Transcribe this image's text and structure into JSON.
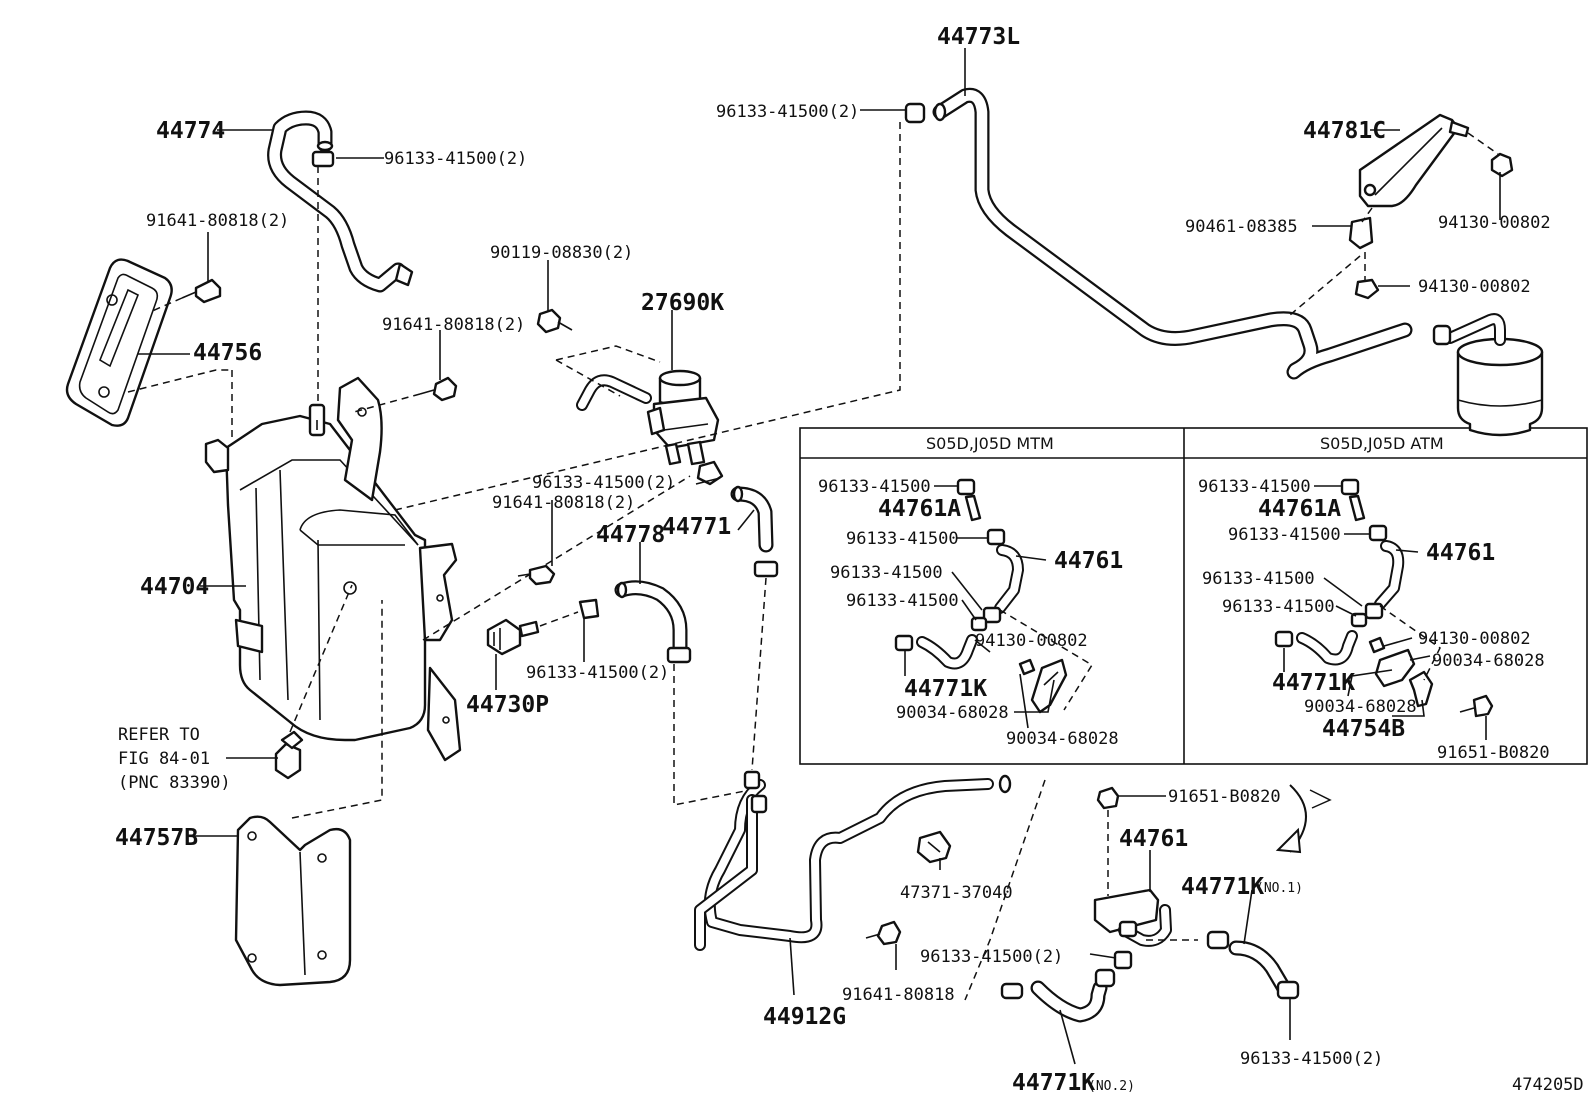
{
  "labels": {
    "p44773L": "44773L",
    "p96133_top": "96133-41500(2)",
    "p44774": "44774",
    "p96133_44774": "96133-41500(2)",
    "p91641_a": "91641-80818(2)",
    "p44756": "44756",
    "p90119": "90119-08830(2)",
    "p27690K": "27690K",
    "p91641_b": "91641-80818(2)",
    "p96133_valve": "96133-41500(2)",
    "p91641_c": "91641-80818(2)",
    "p44778": "44778",
    "p44771": "44771",
    "p44704": "44704",
    "p96133_mid": "96133-41500(2)",
    "p44730P": "44730P",
    "refer1": "REFER TO",
    "refer2": "FIG 84-01",
    "refer3": "(PNC 83390)",
    "p44757B": "44757B",
    "p44781C": "44781C",
    "p90461": "90461-08385",
    "p94130_a": "94130-00802",
    "p94130_b": "94130-00802",
    "p91651_mid": "91651-B0820",
    "p44761_bottom": "44761",
    "p44771K_no1": "44771K",
    "no1": "(NO.1)",
    "p47371": "47371-37040",
    "p96133_bottom": "96133-41500(2)",
    "p91641_bottom": "91641-80818",
    "p44912G": "44912G",
    "p44771K_no2": "44771K",
    "no2": "(NO.2)",
    "p96133_br": "96133-41500(2)",
    "diagram_id": "474205D"
  },
  "inset_mtm": {
    "header": "S05D,J05D MTM",
    "l1": "96133-41500",
    "l2": "44761A",
    "l3": "96133-41500",
    "l4": "44761",
    "l5": "96133-41500",
    "l6": "96133-41500",
    "l7": "94130-00802",
    "l8": "44771K",
    "l9": "90034-68028",
    "l10": "90034-68028"
  },
  "inset_atm": {
    "header": "S05D,J05D ATM",
    "l1": "96133-41500",
    "l2": "44761A",
    "l3": "96133-41500",
    "l4": "44761",
    "l5": "96133-41500",
    "l6": "96133-41500",
    "l7": "94130-00802",
    "l8": "90034-68028",
    "l9": "44771K",
    "l10": "90034-68028",
    "l11": "44754B",
    "l12": "91651-B0820"
  }
}
